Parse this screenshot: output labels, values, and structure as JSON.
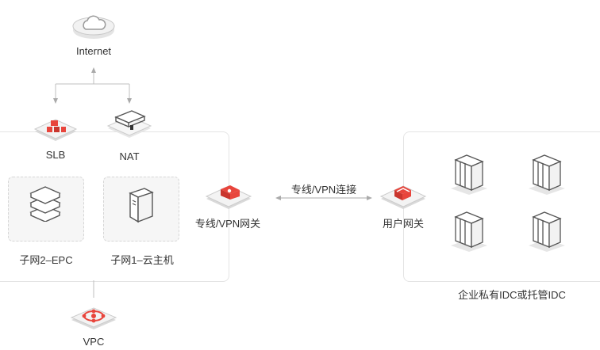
{
  "internet": {
    "label": "Internet"
  },
  "vpc_zone": {
    "slb_label": "SLB",
    "nat_label": "NAT",
    "subnet_epc_label": "子网2–EPC",
    "subnet_ecs_label": "子网1–云主机",
    "gateway_label": "专线/VPN网关"
  },
  "connection": {
    "label": "专线/VPN连接"
  },
  "user_gateway": {
    "label": "用户网关"
  },
  "idc": {
    "label": "企业私有IDC或托管IDC"
  },
  "vpc": {
    "label": "VPC"
  },
  "colors": {
    "accent": "#e8453c",
    "line": "#bfbfbf",
    "border": "#e4e4e4"
  }
}
